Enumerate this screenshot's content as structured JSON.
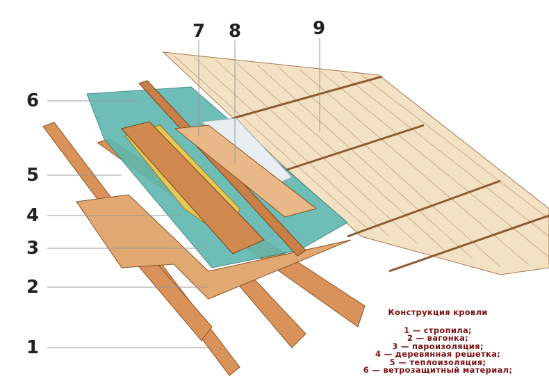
{
  "labels": [
    "1",
    "2",
    "3",
    "4",
    "5",
    "6",
    "7",
    "8",
    "9"
  ],
  "legend": {
    "title": "Конструкция кровли",
    "items": [
      "1 — стропила;",
      "2 — вагонка;",
      "3 — пароизоляция;",
      "4 — деревянная решетка;",
      "5 — теплоизоляция;",
      "6 — ветрозащитный материал;"
    ]
  },
  "colors": {
    "wood": "#d9935a",
    "wood_light": "#f1d3a8",
    "membrane": "#5fb8b0",
    "insulation": "#e6c75a",
    "legend_text": "#7a1010"
  }
}
